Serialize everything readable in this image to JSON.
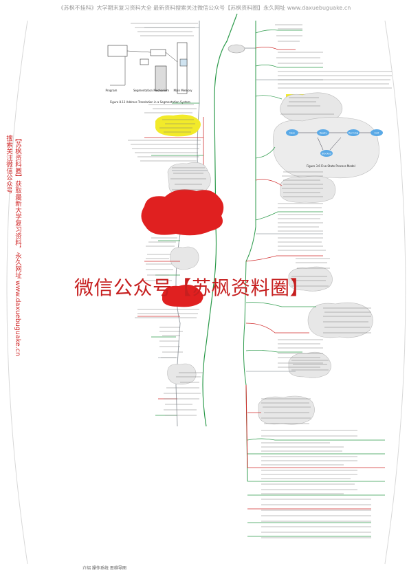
{
  "header": {
    "text": "《苏枫不挂科》大学期末复习资料大全  最新资料搜索关注微信公众号【苏枫资料圈】永久网址 www.daxuebuguake.cn"
  },
  "sidebar": {
    "text_a": "搜索关注微信公众号",
    "text_b": "【苏枫资料圈】获取最新大学复习资料，永久网址 www.daxuebuguake.cn"
  },
  "watermark": {
    "text": "微信公众号【苏枫资料圈】"
  },
  "footer": {
    "text": "介绍 操作系统 思维导图"
  },
  "figures": {
    "segmentation_caption": "Figure 8.12   Address Translation in a Segmentation System",
    "segmentation_program": "Program",
    "segmentation_mechanism": "Segmentation Mechanism",
    "segmentation_memory": "Main Memory",
    "five_state_caption": "Figure 3.6   Five-State Process Model",
    "five_state_new": "New",
    "five_state_ready": "Ready",
    "five_state_running": "Running",
    "five_state_blocked": "Blocked",
    "five_state_exit": "Exit"
  },
  "colors": {
    "watermark": "#c61f1f",
    "highlight_red": "#e02020",
    "highlight_yellow": "#f2ea2a",
    "branch_green": "#2b9a4a",
    "branch_red": "#d12e2e",
    "branch_gray": "#9aa0a6",
    "cloud_fill": "#e7e7e7"
  }
}
